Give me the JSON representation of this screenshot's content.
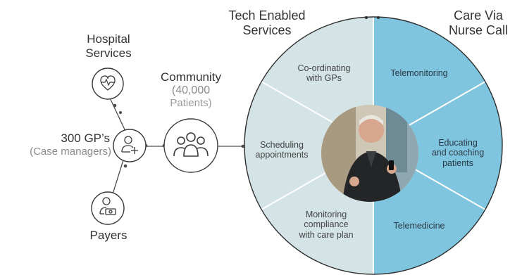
{
  "left": {
    "hospital": {
      "line1": "Hospital",
      "line2": "Services"
    },
    "gp": {
      "title": "300 GP’s",
      "subtitle": "(Case managers)"
    },
    "payers": {
      "label": "Payers"
    },
    "community": {
      "title": "Community",
      "count_line": "(40,000",
      "count_line2": "Patients)"
    }
  },
  "right": {
    "tech_header": {
      "line1": "Tech Enabled",
      "line2": "Services"
    },
    "care_header": {
      "line1": "Care Via",
      "line2": "Nurse Call"
    },
    "tech_items": [
      {
        "line1": "Co-ordinating",
        "line2": "with GPs"
      },
      {
        "line1": "Scheduling",
        "line2": "appointments"
      },
      {
        "line1": "Monitoring",
        "line2": "compliance",
        "line3": "with care plan"
      }
    ],
    "care_items": [
      {
        "line1": "Telemonitoring"
      },
      {
        "line1": "Educating",
        "line2": "and coaching",
        "line3": "patients"
      },
      {
        "line1": "Telemedicine"
      }
    ]
  },
  "colors": {
    "tech_fill": "#d4e3e6",
    "care_fill": "#7fc5df",
    "line": "#4a4a4a",
    "text_grey": "#8a8a8a",
    "accent_paren": "#c0573b"
  }
}
